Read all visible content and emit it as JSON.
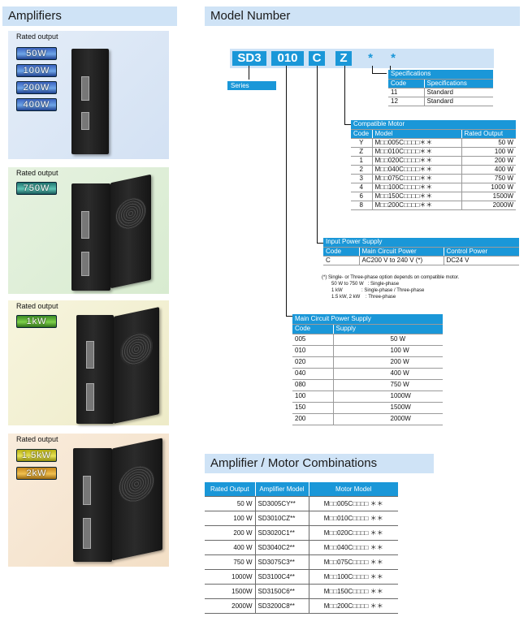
{
  "headers": {
    "amplifiers": "Amplifiers",
    "model_number": "Model Number",
    "combinations": "Amplifier / Motor Combinations"
  },
  "colors": {
    "accent": "#1a97d8",
    "header_bg": "#cfe3f6"
  },
  "rated_label": "Rated output",
  "badges": {
    "p1": [
      "50W",
      "100W",
      "200W",
      "400W"
    ],
    "p2": [
      "750W"
    ],
    "p3": [
      "1kW"
    ],
    "p4": [
      "1.5kW",
      "2kW"
    ]
  },
  "model_boxes": [
    "SD3",
    "010",
    "C",
    "Z",
    "*",
    "*"
  ],
  "series_label": "Series",
  "specifications": {
    "title": "Specifications",
    "cols": [
      "Code",
      "Specifications"
    ],
    "rows": [
      [
        "11",
        "Standard"
      ],
      [
        "12",
        "Standard"
      ]
    ]
  },
  "compatible_motor": {
    "title": "Compatible Motor",
    "cols": [
      "Code",
      "Model",
      "Rated Output"
    ],
    "rows": [
      [
        "Y",
        "M□□005C□□□□＊＊",
        "50 W"
      ],
      [
        "Z",
        "M□□010C□□□□＊＊",
        "100 W"
      ],
      [
        "1",
        "M□□020C□□□□＊＊",
        "200 W"
      ],
      [
        "2",
        "M□□040C□□□□＊＊",
        "400 W"
      ],
      [
        "3",
        "M□□075C□□□□＊＊",
        "750 W"
      ],
      [
        "4",
        "M□□100C□□□□＊＊",
        "1000 W"
      ],
      [
        "6",
        "M□□150C□□□□＊＊",
        "1500W"
      ],
      [
        "8",
        "M□□200C□□□□＊＊",
        "2000W"
      ]
    ]
  },
  "input_power": {
    "title": "Input Power Supply",
    "cols": [
      "Code",
      "Main Circuit Power",
      "Control Power"
    ],
    "rows": [
      [
        "C",
        "AC200 V to 240 V (*)",
        "DC24 V"
      ]
    ]
  },
  "note": {
    "line1": "(*) Single- or Three-phase option depends on compatible motor.",
    "line2": "50 W to 750 W   : Single-phase",
    "line3": "1 kW              : Single-phase / Three-phase",
    "line4": "1.5 kW, 2 kW    : Three-phase"
  },
  "main_power": {
    "title": "Main Circuit Power Supply",
    "cols": [
      "Code",
      "Supply"
    ],
    "rows": [
      [
        "005",
        "50 W"
      ],
      [
        "010",
        "100 W"
      ],
      [
        "020",
        "200 W"
      ],
      [
        "040",
        "400 W"
      ],
      [
        "080",
        "750 W"
      ],
      [
        "100",
        "1000W"
      ],
      [
        "150",
        "1500W"
      ],
      [
        "200",
        "2000W"
      ]
    ]
  },
  "combo": {
    "cols": [
      "Rated Output",
      "Amplifier Model",
      "Motor Model"
    ],
    "rows": [
      [
        "50 W",
        "SD3005CY**",
        "M□□005C□□□□ ＊＊"
      ],
      [
        "100 W",
        "SD3010CZ**",
        "M□□010C□□□□ ＊＊"
      ],
      [
        "200 W",
        "SD3020C1**",
        "M□□020C□□□□ ＊＊"
      ],
      [
        "400 W",
        "SD3040C2**",
        "M□□040C□□□□ ＊＊"
      ],
      [
        "750 W",
        "SD3075C3**",
        "M□□075C□□□□ ＊＊"
      ],
      [
        "1000W",
        "SD3100C4**",
        "M□□100C□□□□ ＊＊"
      ],
      [
        "1500W",
        "SD3150C6**",
        "M□□150C□□□□ ＊＊"
      ],
      [
        "2000W",
        "SD3200C8**",
        "M□□200C□□□□ ＊＊"
      ]
    ]
  }
}
